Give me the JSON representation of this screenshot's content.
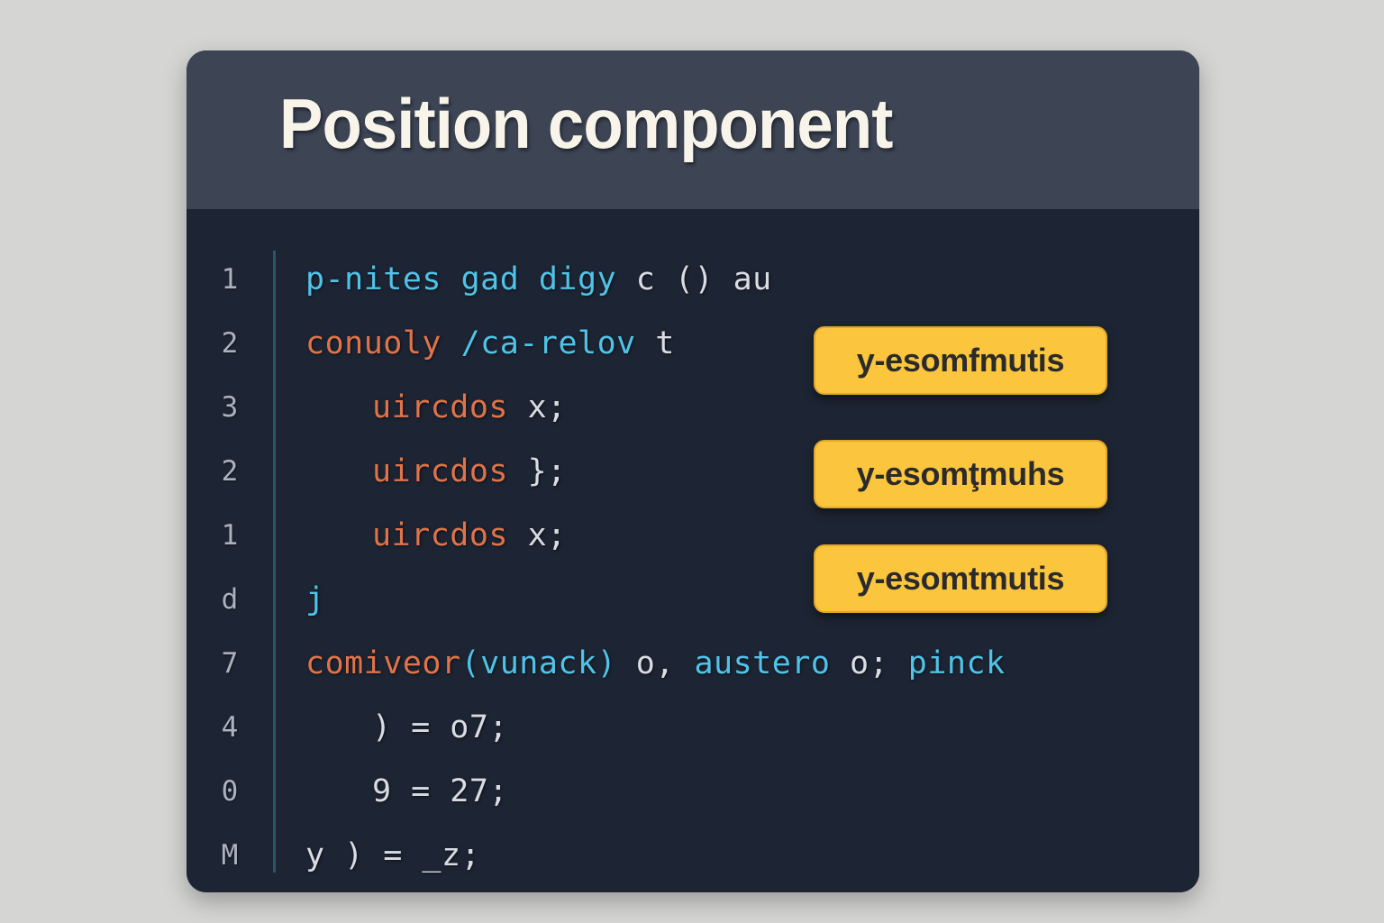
{
  "page": {
    "background_color": "#d5d5d3"
  },
  "card": {
    "background_color": "#1d2534",
    "header_color": "#3d4555",
    "title": "Position component"
  },
  "editor": {
    "gutter_rule_color": "#2a5a6b",
    "lines": [
      {
        "number": "1",
        "indent": 0,
        "tokens": [
          {
            "text": "p-nites gad digy",
            "color": "cyan"
          },
          {
            "text": "  c () au",
            "color": "white"
          }
        ]
      },
      {
        "number": "2",
        "indent": 0,
        "tokens": [
          {
            "text": "conuoly",
            "color": "orange"
          },
          {
            "text": "  /ca-relov",
            "color": "cyan"
          },
          {
            "text": " t",
            "color": "white"
          }
        ]
      },
      {
        "number": "3",
        "indent": 1,
        "tokens": [
          {
            "text": "uircdos",
            "color": "orange"
          },
          {
            "text": " x;",
            "color": "white"
          }
        ]
      },
      {
        "number": "2",
        "indent": 1,
        "tokens": [
          {
            "text": "uircdos",
            "color": "orange"
          },
          {
            "text": " };",
            "color": "white"
          }
        ]
      },
      {
        "number": "1",
        "indent": 1,
        "tokens": [
          {
            "text": "uircdos",
            "color": "orange"
          },
          {
            "text": " x;",
            "color": "white"
          }
        ]
      },
      {
        "number": "d",
        "indent": 0,
        "tokens": [
          {
            "text": "j",
            "color": "cyan"
          }
        ]
      },
      {
        "number": "7",
        "indent": 0,
        "tokens": [
          {
            "text": "comiveor",
            "color": "orange"
          },
          {
            "text": "(vunack)",
            "color": "cyan"
          },
          {
            "text": "  o,",
            "color": "white"
          },
          {
            "text": " austero",
            "color": "cyan"
          },
          {
            "text": " o;",
            "color": "white"
          },
          {
            "text": " pinck",
            "color": "cyan"
          }
        ]
      },
      {
        "number": "4",
        "indent": 1,
        "tokens": [
          {
            "text": ") = o7;",
            "color": "white"
          }
        ]
      },
      {
        "number": "0",
        "indent": 1,
        "tokens": [
          {
            "text": "9 = 27;",
            "color": "white"
          }
        ]
      },
      {
        "number": "M",
        "indent": 0,
        "tokens": [
          {
            "text": "y ) = _z;",
            "color": "white"
          }
        ]
      }
    ]
  },
  "annotations": {
    "badge_color": "#fbc53d",
    "connector_color": "#2d7f9d",
    "badges": [
      {
        "label": "y-esomfmutis"
      },
      {
        "label": "y-esomţmuhs"
      },
      {
        "label": "y-esomtmutis"
      }
    ]
  }
}
